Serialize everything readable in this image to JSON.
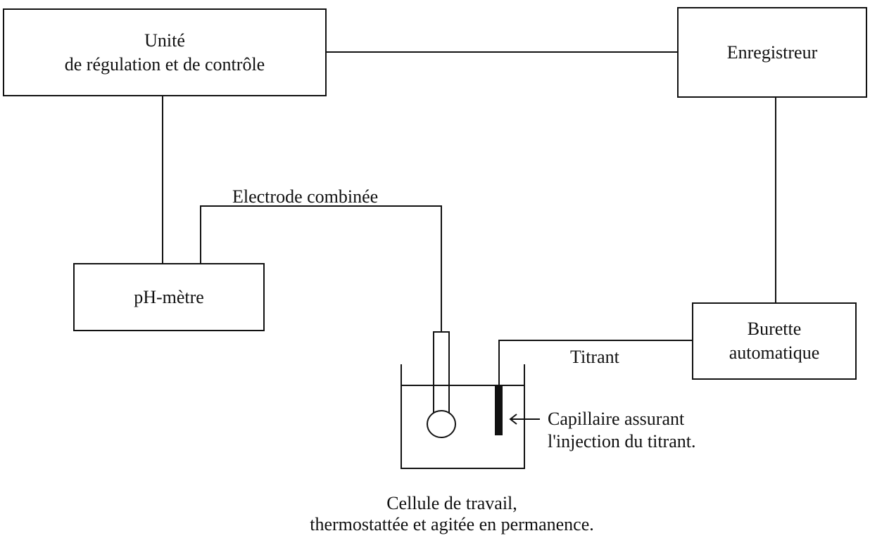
{
  "boxes": {
    "control_unit": {
      "line1": "Unité",
      "line2": "de régulation et de contrôle"
    },
    "recorder": {
      "label": "Enregistreur"
    },
    "ph_meter": {
      "label": "pH-mètre"
    },
    "burette": {
      "line1": "Burette",
      "line2": "automatique"
    }
  },
  "labels": {
    "electrode": "Electrode combinée",
    "titrant": "Titrant",
    "capillary_line1": "Capillaire assurant",
    "capillary_line2": "l'injection du titrant.",
    "cell_line1": "Cellule de travail,",
    "cell_line2": "thermostattée et agitée en permanence."
  }
}
